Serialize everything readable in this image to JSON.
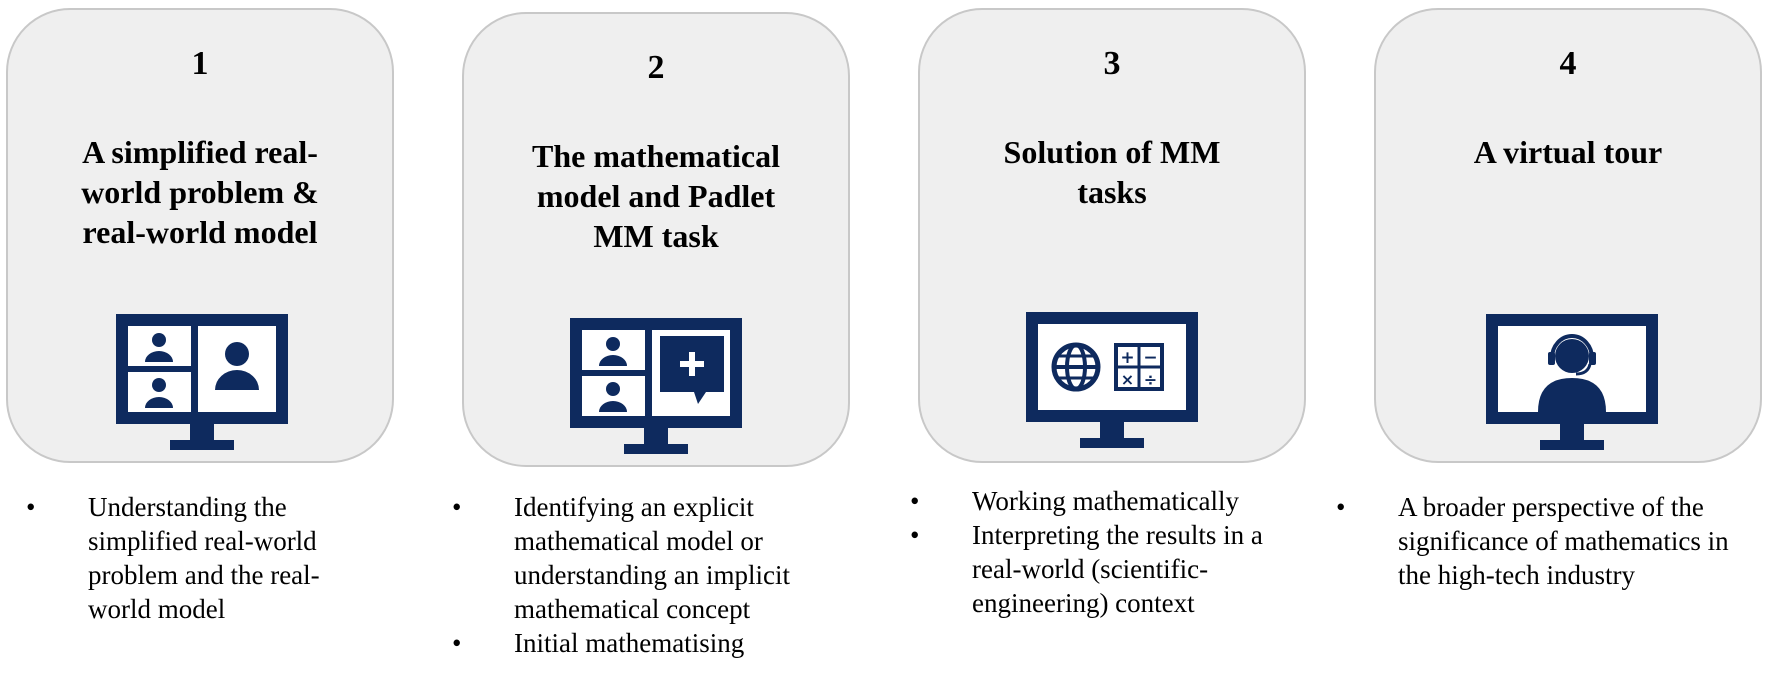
{
  "steps": [
    {
      "number": "1",
      "title": "A simplified real-world problem & real-world model",
      "icon": "video-call-monitor-icon",
      "bullets": [
        "Understanding the simplified real-world problem and the real-world model"
      ]
    },
    {
      "number": "2",
      "title": "The mathematical model and Padlet MM task",
      "icon": "video-call-padlet-monitor-icon",
      "bullets": [
        "Identifying an explicit mathematical model or understanding an implicit mathematical concept",
        "Initial mathematising"
      ]
    },
    {
      "number": "3",
      "title": "Solution of MM tasks",
      "icon": "globe-calculator-monitor-icon",
      "bullets": [
        "Working mathematically",
        "Interpreting the results in a real-world (scientific-engineering) context"
      ]
    },
    {
      "number": "4",
      "title": "A virtual tour",
      "icon": "headset-presenter-monitor-icon",
      "bullets": [
        "A broader perspective of the significance of mathematics in the high-tech industry"
      ]
    }
  ],
  "colors": {
    "icon": "#0e2a5e",
    "card_fill": "#efefef",
    "card_border": "#c8c8c8"
  }
}
